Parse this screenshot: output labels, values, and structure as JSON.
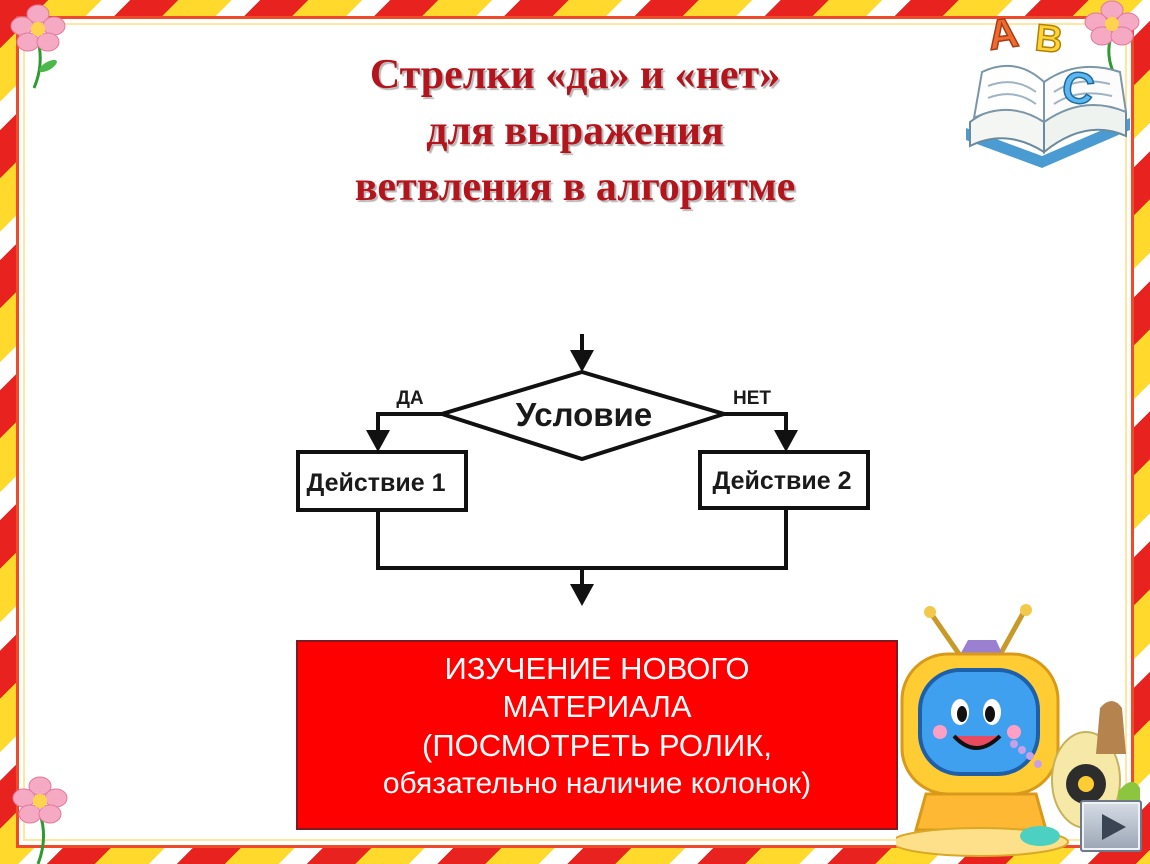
{
  "title": {
    "line1": "Стрелки «да» и «нет»",
    "line2": "для выражения",
    "line3": "ветвления в алгоритме"
  },
  "flowchart": {
    "condition": "Условие",
    "yes_label": "ДА",
    "no_label": "НЕТ",
    "action1": "Действие 1",
    "action2": "Действие 2"
  },
  "red_box": {
    "line1": "ИЗУЧЕНИЕ НОВОГО",
    "line2": "МАТЕРИАЛА",
    "line3": "(ПОСМОТРЕТЬ РОЛИК,",
    "line4": "обязательно наличие колонок)"
  },
  "decor": {
    "abc_letters": [
      "A",
      "B",
      "C"
    ],
    "icons": [
      "book-icon",
      "flower-icon",
      "computer-character-icon",
      "next-arrow-icon"
    ]
  },
  "colors": {
    "title": "#b4141b",
    "red_box": "#ff0000",
    "frame": "#f04a2a"
  }
}
